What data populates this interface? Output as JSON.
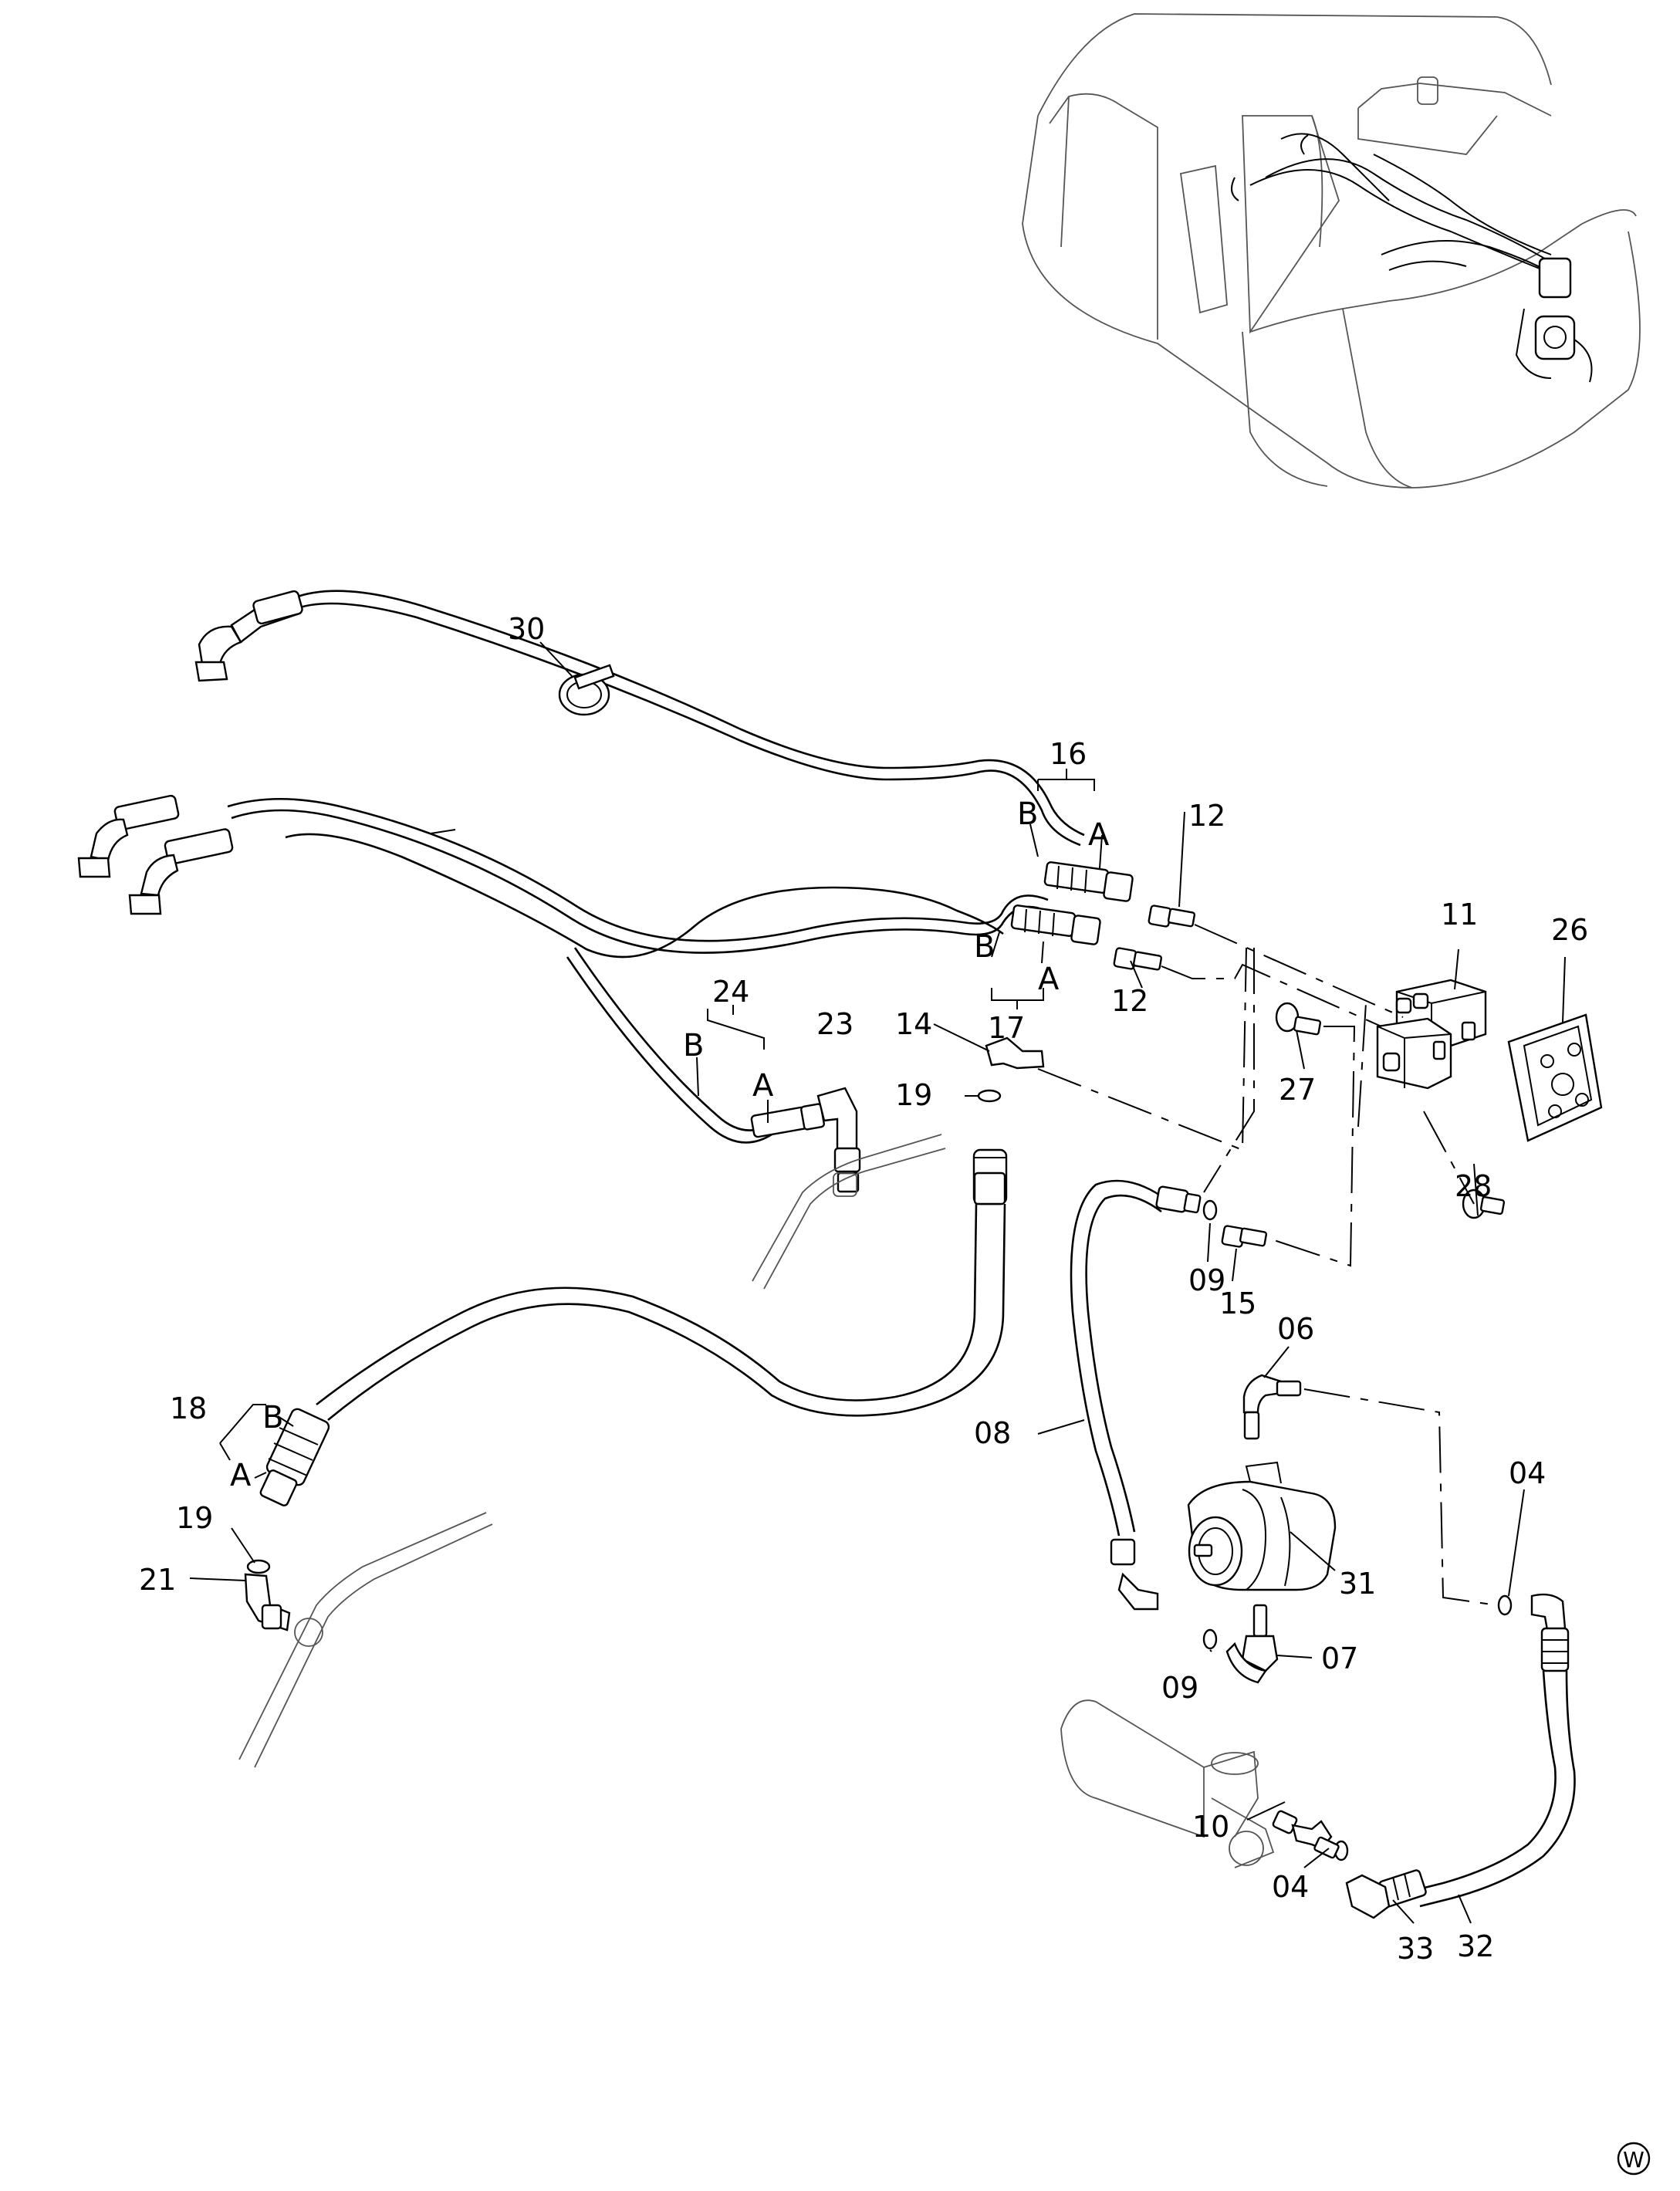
{
  "diagram": {
    "callouts": [
      "30",
      "16",
      "12",
      "11",
      "26",
      "24",
      "23",
      "14",
      "19",
      "27",
      "17",
      "28",
      "09",
      "15",
      "06",
      "18",
      "08",
      "04",
      "31",
      "21",
      "07",
      "10",
      "33",
      "32"
    ],
    "port_letters": [
      "A",
      "B"
    ],
    "watermark": "W"
  }
}
